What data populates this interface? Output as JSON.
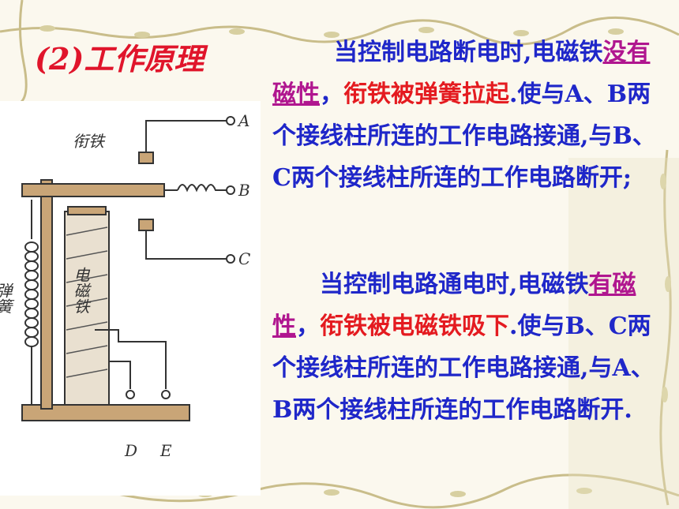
{
  "title": "(2)工作原理",
  "paragraph1": {
    "lead": "当控制电路断电时,电磁铁",
    "key": "没有磁性",
    "comma": "，",
    "red": "衔铁被弹簧拉起",
    "rest": ".使与A、B两个接线柱所连的工作电路接通,与B、C两个接线柱所连的工作电路断开;"
  },
  "paragraph2": {
    "lead": "当控制电路通电时,电磁铁",
    "key": "有磁性",
    "comma": "，",
    "red": "衔铁被电磁铁吸下",
    "rest": ".使与B、C两个接线柱所连的工作电路接通,与A、B两个接线柱所连的工作电路断开."
  },
  "diagram": {
    "armature_label": "衔铁",
    "spring_label": "弹簧",
    "electromagnet_label": "电磁铁",
    "terminal_a": "A",
    "terminal_b": "B",
    "terminal_c": "C",
    "terminal_d": "D",
    "terminal_e": "E"
  },
  "colors": {
    "title": "#e0152b",
    "text": "#1f27c9",
    "emphasis": "#e41b20",
    "key": "#b0168f",
    "background": "#fbf8ee"
  }
}
